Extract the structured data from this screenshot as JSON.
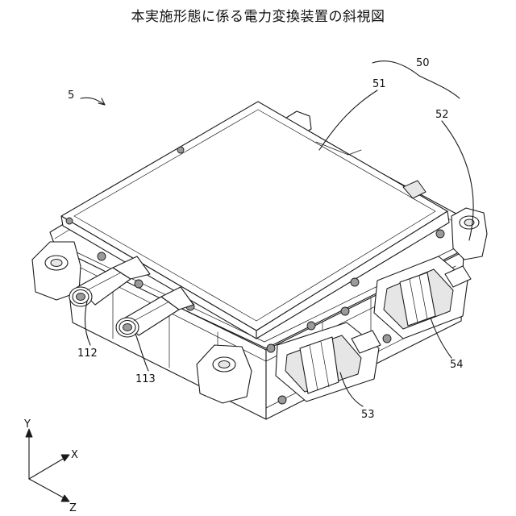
{
  "title": "本実施形態に係る電力変換装置の斜視図",
  "labels": {
    "device": "5",
    "unit": "50",
    "cover": "51",
    "case": "52",
    "connector_front": "53",
    "connector_right": "54",
    "pipe_inlet": "112",
    "pipe_outlet": "113"
  },
  "axes": {
    "y": "Y",
    "x": "X",
    "z": "Z"
  }
}
